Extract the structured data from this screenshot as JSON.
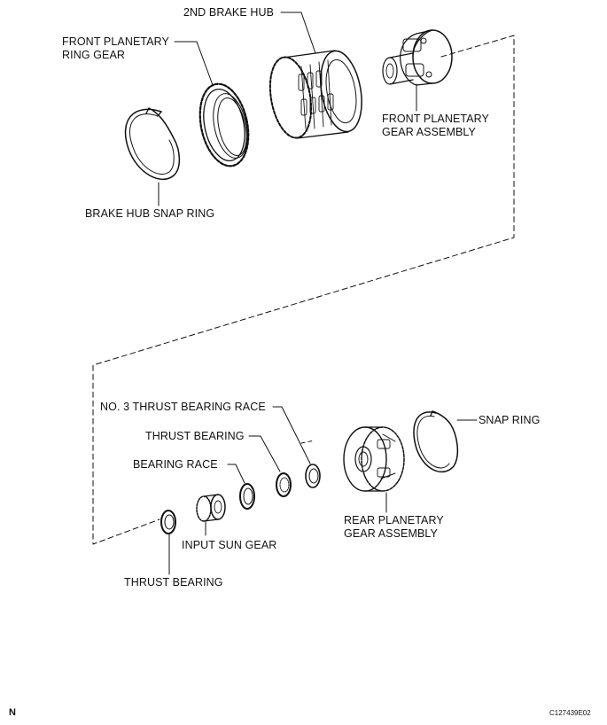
{
  "labels": {
    "second_brake_hub": "2ND BRAKE HUB",
    "front_ring_gear_1": "FRONT PLANETARY",
    "front_ring_gear_2": "RING GEAR",
    "front_gear_assy_1": "FRONT PLANETARY",
    "front_gear_assy_2": "GEAR ASSEMBLY",
    "brake_hub_snap_ring": "BRAKE HUB SNAP RING",
    "no3_thrust_race": "NO. 3 THRUST BEARING RACE",
    "thrust_bearing_upper": "THRUST BEARING",
    "bearing_race": "BEARING RACE",
    "input_sun_gear": "INPUT SUN GEAR",
    "thrust_bearing_lower": "THRUST BEARING",
    "rear_gear_assy_1": "REAR PLANETARY",
    "rear_gear_assy_2": "GEAR ASSEMBLY",
    "snap_ring": "SNAP RING"
  },
  "footer": {
    "north": "N",
    "code": "C127439E02"
  }
}
